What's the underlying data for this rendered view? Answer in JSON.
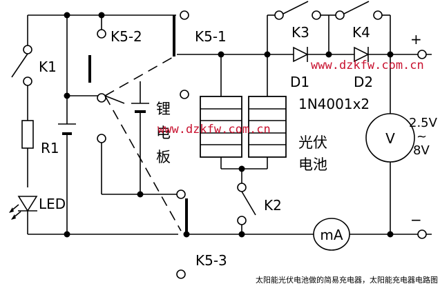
{
  "labels": {
    "k1": "K1",
    "r1": "R1",
    "led": "LED",
    "k5_2": "K5-2",
    "k5_1": "K5-1",
    "k5_3": "K5-3",
    "k3": "K3",
    "k4": "K4",
    "d1": "D1",
    "d2": "D2",
    "diode_type": "1N4001x2",
    "k2": "K2",
    "plus": "+",
    "minus": "−",
    "voltmeter": "V",
    "ammeter": "mA",
    "voltage_range_top": "2.5V",
    "voltage_range_tilde": "~",
    "voltage_range_bottom": "8V",
    "battery_line1": "锂",
    "battery_line2": "电",
    "battery_line3": "板",
    "solar_line1": "光伏",
    "solar_line2": "电池"
  },
  "watermark": "www.dzkfw.com.cn",
  "caption": "太阳能光伏电池做的简易充电器，太阳能充电器电路图",
  "colors": {
    "ink": "#000000",
    "background": "#ffffff",
    "watermark": "#c8102e"
  }
}
